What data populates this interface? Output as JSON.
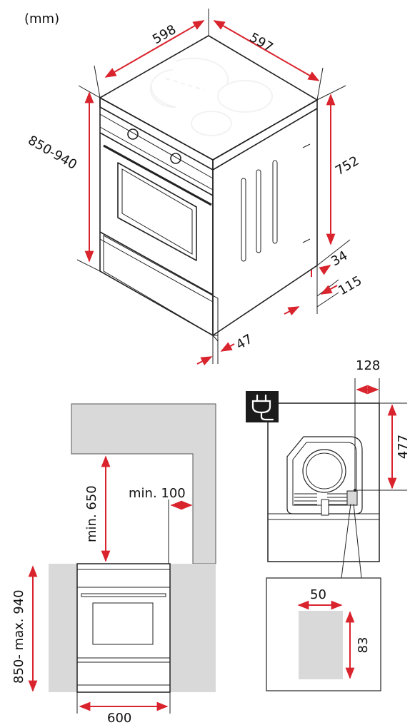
{
  "units_label": "(mm)",
  "top_view": {
    "width": "598",
    "depth": "597",
    "height": "850-940",
    "body_height": "752",
    "gap_top": "34",
    "gap_bottom": "115",
    "plinth_depth": "47"
  },
  "niche_view": {
    "min_height_above": "min. 650",
    "min_side_gap": "min. 100",
    "height": "850- max. 940",
    "width": "600"
  },
  "rear_view": {
    "plug_icon": "plug-icon",
    "offset_side": "128",
    "offset_height": "477",
    "socket_width": "50",
    "socket_height": "83"
  },
  "colors": {
    "dimension": "#d9232d",
    "hob_glass": "#3a3a3a",
    "wall": "#d9d9d9",
    "socket": "#d9d9d9",
    "badge": "#1b1b1b"
  }
}
